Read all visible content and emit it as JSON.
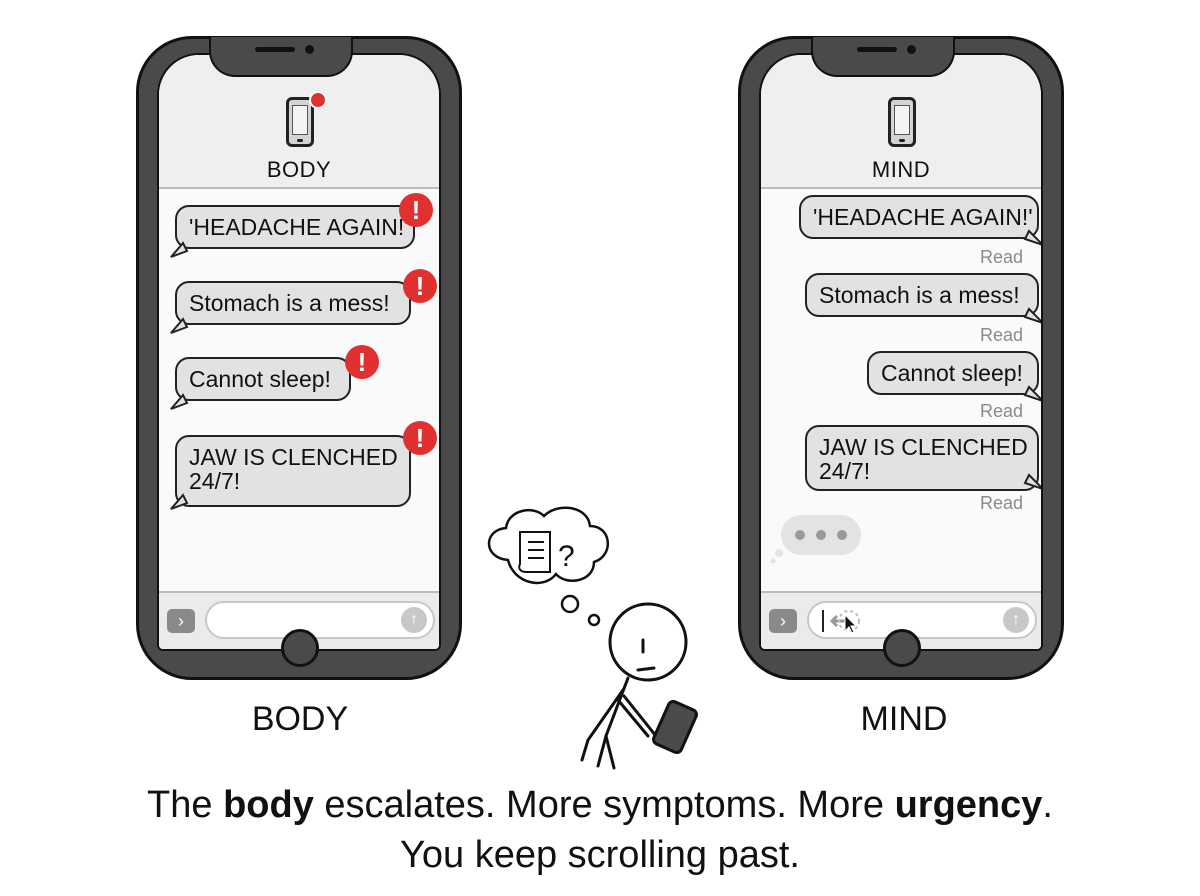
{
  "left_phone": {
    "header_title": "BODY",
    "label": "BODY",
    "messages": [
      {
        "text": "'HEADACHE AGAIN!'"
      },
      {
        "text": "Stomach is a mess!"
      },
      {
        "text": "Cannot sleep!"
      },
      {
        "line1": "JAW IS CLENCHED",
        "line2": "24/7!"
      }
    ],
    "alert_glyph": "!"
  },
  "right_phone": {
    "header_title": "MIND",
    "label": "MIND",
    "messages": [
      {
        "text": "'HEADACHE AGAIN!'",
        "status": "Read"
      },
      {
        "text": "Stomach is a mess!",
        "status": "Read"
      },
      {
        "text": "Cannot sleep!",
        "status": "Read"
      },
      {
        "line1": "JAW IS CLENCHED",
        "line2": "24/7!",
        "status": "Read"
      }
    ]
  },
  "thought": {
    "question": "?"
  },
  "caption": {
    "l1_a": "The ",
    "l1_b": "body",
    "l1_c": " escalates. More symptoms. More ",
    "l1_d": "urgency",
    "l1_e": ".",
    "line2": "You keep scrolling past."
  },
  "colors": {
    "alert": "#e03030",
    "bubble": "#e2e2e2",
    "phone_body": "#4a4a4a",
    "read": "#8a8a8a"
  }
}
